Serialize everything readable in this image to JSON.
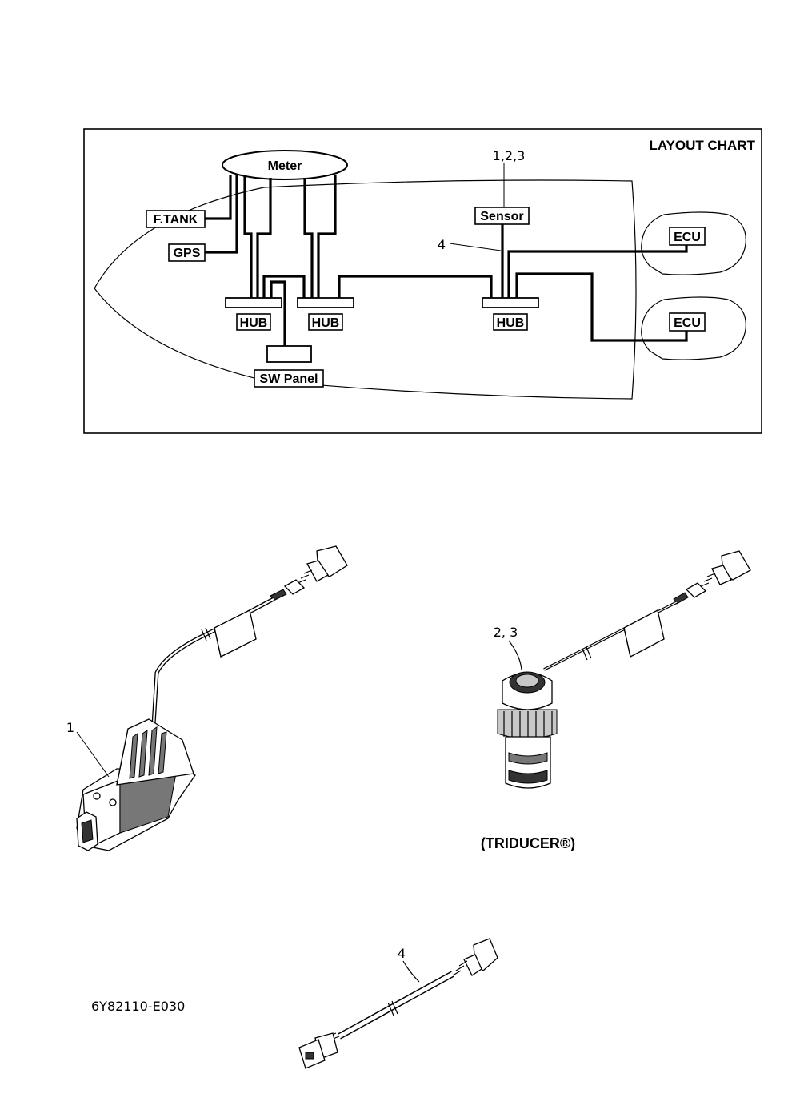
{
  "layout_chart": {
    "title": "LAYOUT CHART",
    "meter": "Meter",
    "ftank": "F.TANK",
    "gps": "GPS",
    "hub1": "HUB",
    "hub2": "HUB",
    "hub3": "HUB",
    "sw_panel": "SW Panel",
    "sensor": "Sensor",
    "ecu1": "ECU",
    "ecu2": "ECU",
    "callout_sensor": "1,2,3",
    "callout_cable": "4"
  },
  "parts": {
    "callout_1": "1",
    "callout_23": "2, 3",
    "triducer_caption": "(TRIDUCER®)",
    "callout_4": "4"
  },
  "part_number": "6Y82110-E030"
}
